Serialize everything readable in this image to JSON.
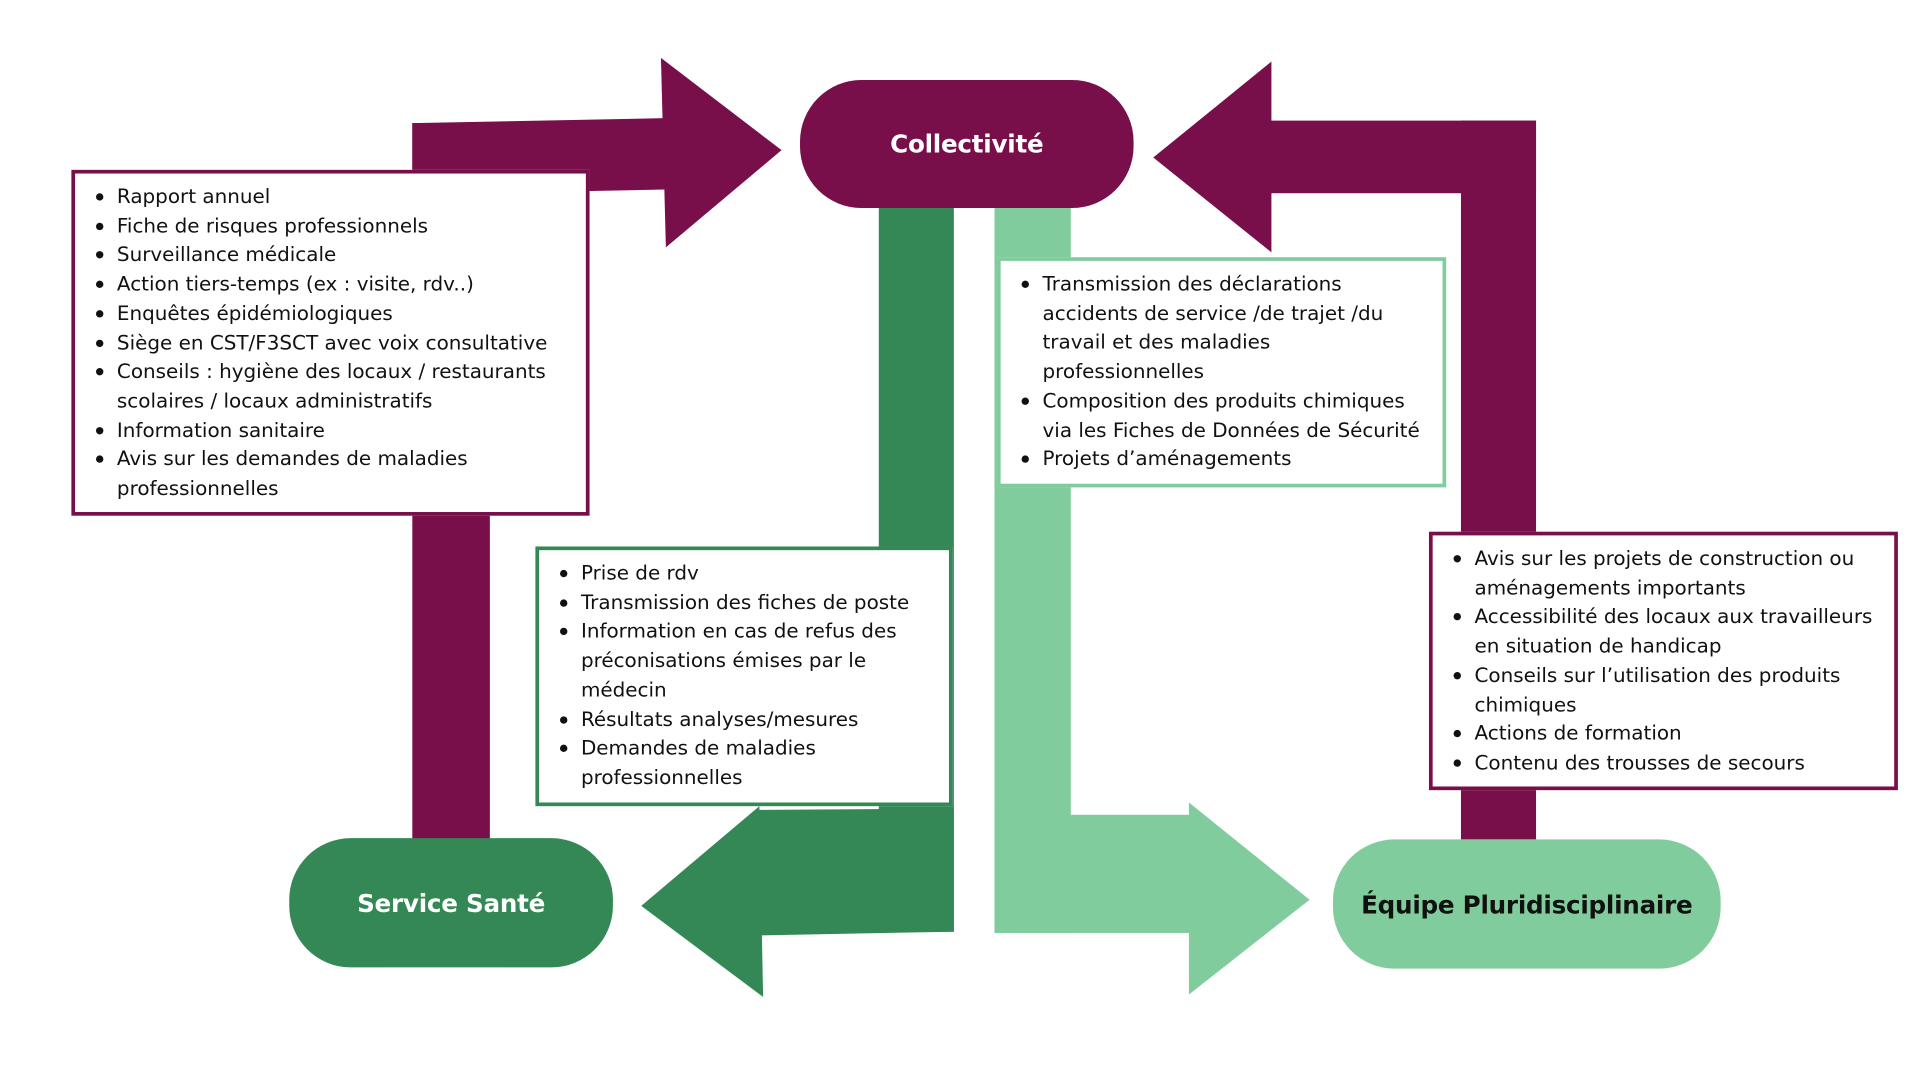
{
  "colors": {
    "purple": "#780F4A",
    "dark_green": "#348855",
    "light_green": "#80CC9C",
    "text_dark": "#111111",
    "text_light": "#ffffff"
  },
  "nodes": {
    "collectivite": "Collectivité",
    "service_sante": "Service Santé",
    "equipe": "Équipe Pluridisciplinaire"
  },
  "flows": {
    "service_sante_to_collectivite": {
      "direction": "Service Santé → Collectivité",
      "items": [
        "Rapport annuel",
        "Fiche de risques professionnels",
        "Surveillance médicale",
        "Action tiers-temps (ex : visite, rdv..)",
        "Enquêtes épidémiologiques",
        "Siège en CST/F3SCT avec voix consultative",
        "Conseils :  hygiène des locaux / restaurants scolaires / locaux administratifs",
        "Information sanitaire",
        "Avis sur les demandes de maladies professionnelles"
      ]
    },
    "collectivite_to_service_sante": {
      "direction": "Collectivité → Service Santé",
      "items": [
        "Prise de rdv",
        "Transmission des fiches de poste",
        "Information en cas de refus des préconisations émises par le médecin",
        "Résultats analyses/mesures",
        "Demandes de maladies professionnelles"
      ]
    },
    "collectivite_to_equipe": {
      "direction": "Collectivité → Équipe Pluridisciplinaire",
      "items": [
        "Transmission des déclarations accidents de service /de trajet /du travail et des maladies professionnelles",
        "Composition des produits chimiques via les Fiches de Données de Sécurité",
        "Projets d’aménagements"
      ]
    },
    "equipe_to_collectivite": {
      "direction": "Équipe Pluridisciplinaire → Collectivité",
      "items": [
        "Avis sur les projets de construction ou aménagements importants",
        "Accessibilité des locaux aux travailleurs en situation de handicap",
        "Conseils sur l’utilisation des produits chimiques",
        "Actions de formation",
        "Contenu des trousses de secours"
      ]
    }
  }
}
